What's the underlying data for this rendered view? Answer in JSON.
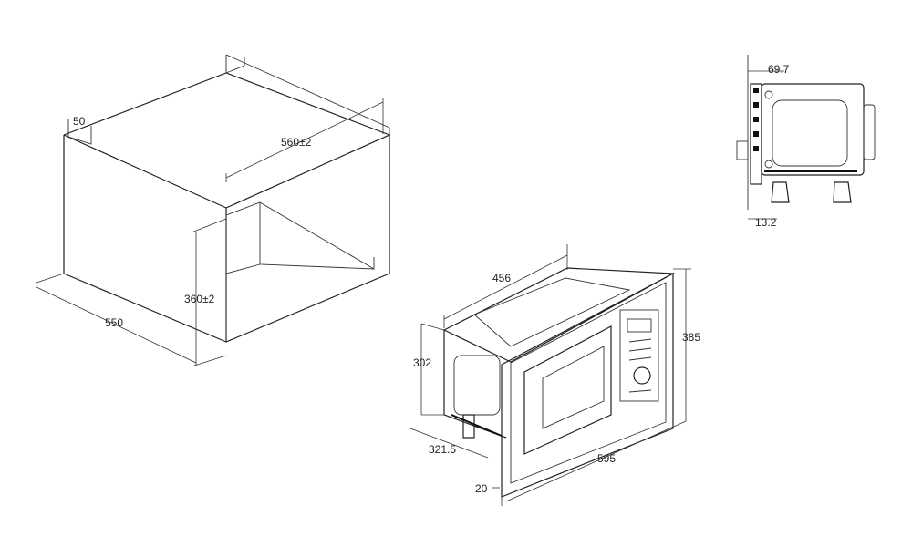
{
  "dimensions": {
    "cabinet_top_thickness": "50",
    "cabinet_opening_width": "560±2",
    "cabinet_opening_height": "360±2",
    "cabinet_depth": "550",
    "side_frame_depth": "69.7",
    "side_foot_offset": "13.2",
    "oven_body_width": "456",
    "oven_body_height": "302",
    "oven_depth": "321.5",
    "frame_thickness": "20",
    "frame_width": "595",
    "frame_height": "385"
  }
}
